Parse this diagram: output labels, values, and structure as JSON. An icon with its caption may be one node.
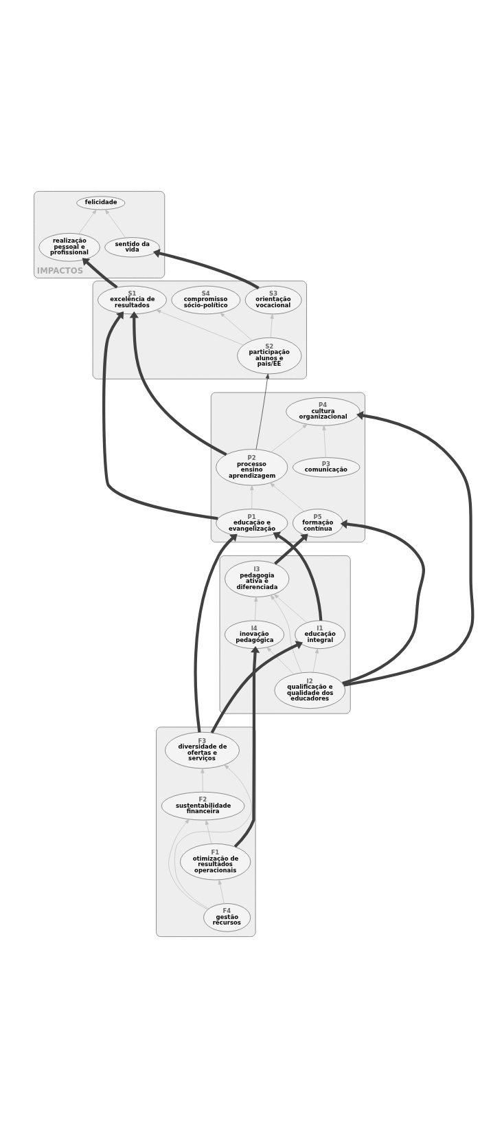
{
  "diagram": {
    "nodes": [
      {
        "text": [
          "IMPACTOS"
        ]
      },
      {
        "text": [
          "sentido da vida"
        ],
        "in": 0
      },
      {
        "text": [
          "realização pessoal e profissional"
        ],
        "in": 0
      },
      {
        "text": [
          "felicidade"
        ],
        "in": 0
      },
      {
        "text": [],
        "shape": "ellipse"
      },
      {
        "text": [
          "S1",
          "excelência de resultados"
        ],
        "in": 4
      },
      {
        "text": [
          "S3",
          "orientação vocacional"
        ],
        "in": 4
      },
      {
        "text": [
          "S4",
          "compromisso sócio-político"
        ],
        "in": 4
      },
      {
        "text": [
          "S2",
          "participação alunos e pais/EE"
        ],
        "in": 4
      },
      {
        "text": [],
        "shape": "ellipse"
      },
      {
        "text": [
          "P2",
          "processo ensino aprendizagem"
        ],
        "in": 9
      },
      {
        "text": [
          "P4",
          "cultura organizacional"
        ],
        "in": 9
      },
      {
        "text": [
          "P1",
          "educação e evangelização"
        ],
        "in": 9
      },
      {
        "text": [
          "P3",
          "comunicação"
        ],
        "in": 9
      },
      {
        "text": [
          "P5",
          "formação contínua"
        ],
        "in": 9
      },
      {
        "text": [],
        "shape": "ellipse"
      },
      {
        "text": [
          "I2",
          "qualificação e qualidade dos educadores"
        ],
        "in": 15
      },
      {
        "text": [
          "I4",
          "inovação pedagógica"
        ],
        "in": 15
      },
      {
        "text": [
          "I1",
          "educação integral"
        ],
        "in": 15
      },
      {
        "text": [
          "I3",
          "pedagogia ativa e diferenciada"
        ],
        "in": 15
      },
      {
        "text": [],
        "shape": "ellipse"
      },
      {
        "text": [
          "F4",
          "gestão recursos"
        ],
        "in": 20
      },
      {
        "text": [
          "F1",
          "otimização de resultados operacionais"
        ],
        "in": 20
      },
      {
        "text": [
          "F3",
          "diversidade de ofertas e serviços"
        ],
        "in": 20
      },
      {
        "text": [
          "F2",
          "sustentabilidade financeira"
        ],
        "in": 20
      }
    ],
    "edges": [
      {
        "from": 1,
        "to": 3,
        "arrow": "to"
      },
      {
        "from": 2,
        "to": 3,
        "arrow": "to"
      },
      {
        "from": 6,
        "to": 1,
        "arrow": "to",
        "style": "thick",
        "color": "#404040"
      },
      {
        "from": 5,
        "to": 2,
        "arrow": "to",
        "style": "thick",
        "color": "#404040"
      },
      {
        "from": 8,
        "to": 5,
        "arrow": "to"
      },
      {
        "from": 8,
        "to": 6,
        "arrow": "to"
      },
      {
        "from": 8,
        "to": 7,
        "arrow": "to"
      },
      {
        "from": 10,
        "to": 5,
        "arrow": "to",
        "style": "thick",
        "color": "#404040"
      },
      {
        "from": 10,
        "to": 8,
        "arrow": "to",
        "color": "#404040"
      },
      {
        "from": 12,
        "to": 5,
        "arrow": "to",
        "style": "thick",
        "color": "#404040"
      },
      {
        "from": 10,
        "to": 11,
        "arrow": "to"
      },
      {
        "from": 12,
        "to": 10,
        "arrow": "to"
      },
      {
        "from": 14,
        "to": 10,
        "arrow": "to"
      },
      {
        "from": 13,
        "to": 11,
        "arrow": "to"
      },
      {
        "from": 16,
        "to": 11,
        "arrow": "to",
        "style": "thick",
        "color": "#404040"
      },
      {
        "from": 16,
        "to": 14,
        "arrow": "to",
        "style": "thick",
        "color": "#404040"
      },
      {
        "from": 19,
        "to": 14,
        "arrow": "to",
        "style": "thick",
        "color": "#404040"
      },
      {
        "from": 18,
        "to": 12,
        "arrow": "to",
        "style": "thick",
        "color": "#404040"
      },
      {
        "from": 16,
        "to": 17,
        "arrow": "to"
      },
      {
        "from": 16,
        "to": 18,
        "arrow": "to"
      },
      {
        "from": 16,
        "to": 19,
        "arrow": "to"
      },
      {
        "from": 17,
        "to": 19,
        "arrow": "to"
      },
      {
        "from": 18,
        "to": 19,
        "arrow": "to"
      },
      {
        "from": 22,
        "to": 17,
        "arrow": "to",
        "style": "thick",
        "color": "#404040"
      },
      {
        "from": 23,
        "to": 18,
        "arrow": "to",
        "style": "thick",
        "color": "#404040"
      },
      {
        "from": 23,
        "to": 12,
        "arrow": "to",
        "style": "thick",
        "color": "#404040"
      },
      {
        "from": 21,
        "to": 22,
        "arrow": "to"
      },
      {
        "from": 21,
        "to": 23,
        "arrow": "to"
      },
      {
        "from": 21,
        "to": 24,
        "arrow": "to"
      },
      {
        "from": 22,
        "to": 24,
        "arrow": "to"
      },
      {
        "from": 24,
        "to": 23,
        "arrow": "to"
      }
    ]
  }
}
